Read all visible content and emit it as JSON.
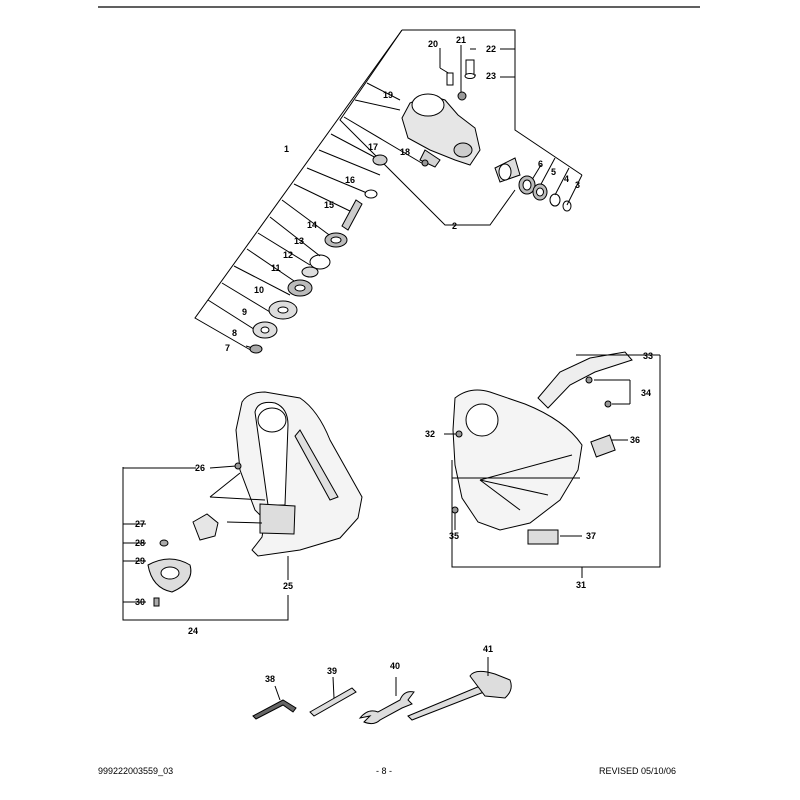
{
  "callouts": [
    {
      "id": "c1",
      "text": "1"
    },
    {
      "id": "c2",
      "text": "2"
    },
    {
      "id": "c3",
      "text": "3"
    },
    {
      "id": "c4",
      "text": "4"
    },
    {
      "id": "c5",
      "text": "5"
    },
    {
      "id": "c6",
      "text": "6"
    },
    {
      "id": "c7",
      "text": "7"
    },
    {
      "id": "c8",
      "text": "8"
    },
    {
      "id": "c9",
      "text": "9"
    },
    {
      "id": "c10",
      "text": "10"
    },
    {
      "id": "c11",
      "text": "11"
    },
    {
      "id": "c12",
      "text": "12"
    },
    {
      "id": "c13",
      "text": "13"
    },
    {
      "id": "c14",
      "text": "14"
    },
    {
      "id": "c15",
      "text": "15"
    },
    {
      "id": "c16",
      "text": "16"
    },
    {
      "id": "c17",
      "text": "17"
    },
    {
      "id": "c18",
      "text": "18"
    },
    {
      "id": "c19",
      "text": "19"
    },
    {
      "id": "c20",
      "text": "20"
    },
    {
      "id": "c21",
      "text": "21"
    },
    {
      "id": "c22",
      "text": "22"
    },
    {
      "id": "c23",
      "text": "23"
    },
    {
      "id": "c24",
      "text": "24"
    },
    {
      "id": "c25",
      "text": "25"
    },
    {
      "id": "c26",
      "text": "26"
    },
    {
      "id": "c27",
      "text": "27"
    },
    {
      "id": "c28",
      "text": "28"
    },
    {
      "id": "c29",
      "text": "29"
    },
    {
      "id": "c30",
      "text": "30"
    },
    {
      "id": "c31",
      "text": "31"
    },
    {
      "id": "c32",
      "text": "32"
    },
    {
      "id": "c33",
      "text": "33"
    },
    {
      "id": "c34",
      "text": "34"
    },
    {
      "id": "c35",
      "text": "35"
    },
    {
      "id": "c36",
      "text": "36"
    },
    {
      "id": "c37",
      "text": "37"
    },
    {
      "id": "c38",
      "text": "38"
    },
    {
      "id": "c39",
      "text": "39"
    },
    {
      "id": "c40",
      "text": "40"
    },
    {
      "id": "c41",
      "text": "41"
    }
  ],
  "footer": {
    "doc_number": "999222003559_03",
    "page": "- 8 -",
    "revised": "REVISED 05/10/06"
  }
}
